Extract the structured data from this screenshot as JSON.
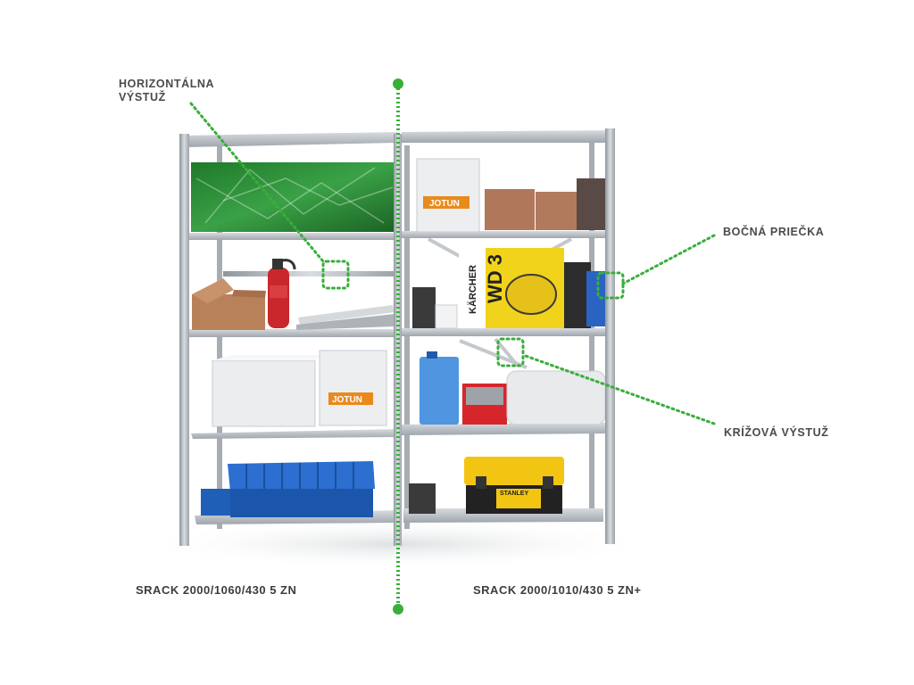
{
  "annotations": {
    "horizontal_reinforcement": {
      "line1": "HORIZONTÁLNA",
      "line2": "VÝSTUŽ"
    },
    "side_crossbar": "BOČNÁ PRIEČKA",
    "cross_reinforcement": "KRÍŽOVÁ VÝSTUŽ"
  },
  "models": {
    "left": "SRACK 2000/1060/430 5 ZN",
    "right": "SRACK 2000/1010/430 5 ZN+"
  },
  "product_labels": {
    "jotun": "JOTUN",
    "wd3": "WD 3",
    "karcher": "KÄRCHER",
    "stanley": "STANLEY"
  },
  "colors": {
    "accent_green": "#3aae3a",
    "steel": "#b9bec3",
    "text": "#4a4a4a"
  }
}
